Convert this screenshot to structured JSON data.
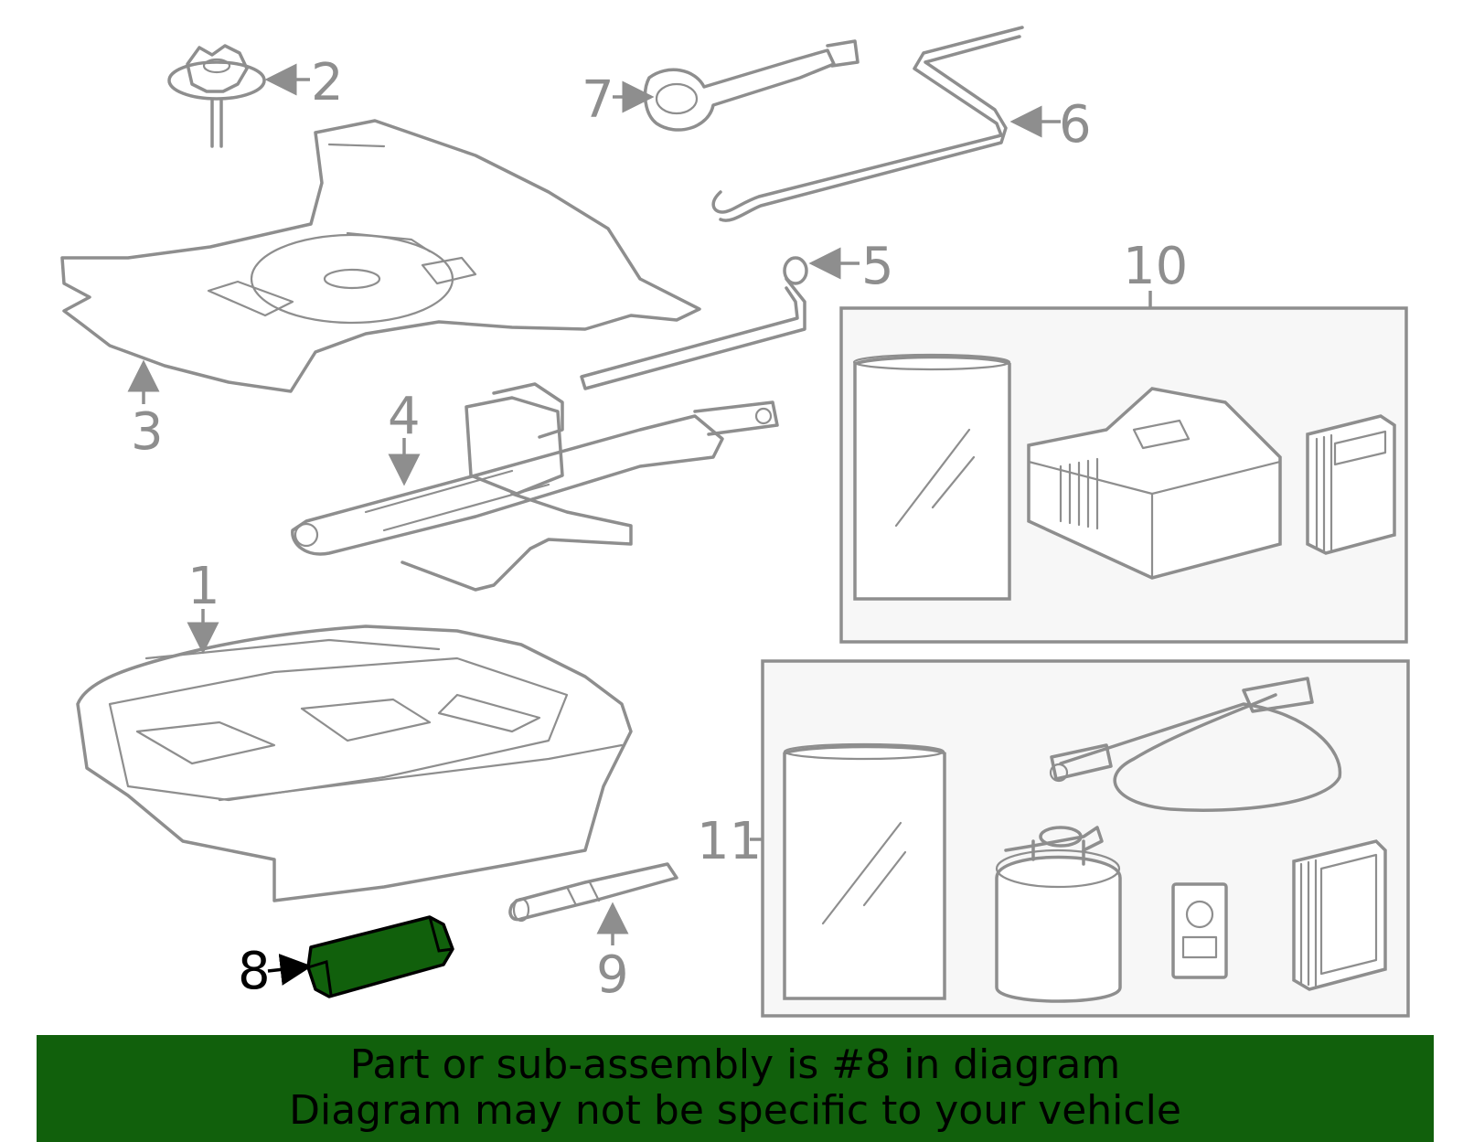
{
  "colors": {
    "line": "#8e8e8e",
    "highlight_fill": "#11600c",
    "highlight_stroke": "#000000",
    "banner_bg": "#11600c",
    "banner_text": "#000000",
    "box_fill": "#f7f7f7"
  },
  "callouts": {
    "c1": "1",
    "c2": "2",
    "c3": "3",
    "c4": "4",
    "c5": "5",
    "c6": "6",
    "c7": "7",
    "c8": "8",
    "c9": "9",
    "c10": "10",
    "c11": "11"
  },
  "highlighted_part": "8",
  "banner": {
    "line1": "Part or sub-assembly is #8 in diagram",
    "line2": "Diagram may not be specific to your vehicle"
  }
}
